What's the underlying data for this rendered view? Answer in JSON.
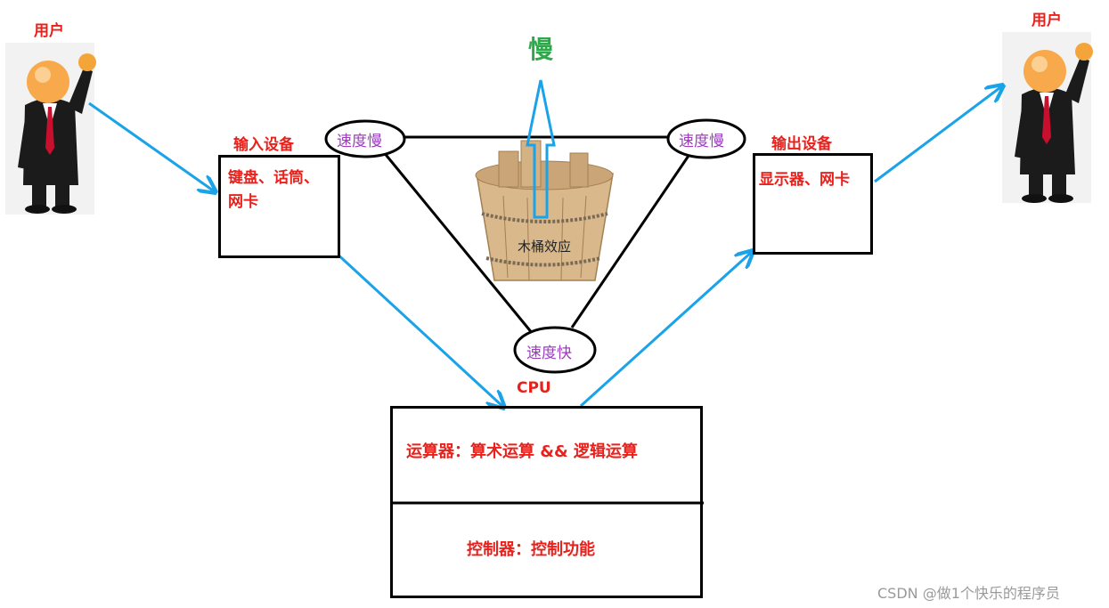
{
  "user_left": "用户",
  "user_right": "用户",
  "input_device": {
    "title": "输入设备",
    "line1": "键盘、话筒、",
    "line2": "网卡"
  },
  "output_device": {
    "title": "输出设备",
    "line1": "显示器、网卡"
  },
  "speed": {
    "slow_left": "速度慢",
    "slow_right": "速度慢",
    "fast": "速度快"
  },
  "slow_label": "慢",
  "bucket_label": "木桶效应",
  "cpu": {
    "title": "CPU",
    "alu": "运算器：算术运算 && 逻辑运算",
    "control": "控制器：控制功能"
  },
  "watermark": "CSDN @做1个快乐的程序员",
  "colors": {
    "arrow": "#1aa3e8",
    "label": "#e8211c",
    "speed": "#9b3dbd",
    "slow": "#2ea84a"
  }
}
